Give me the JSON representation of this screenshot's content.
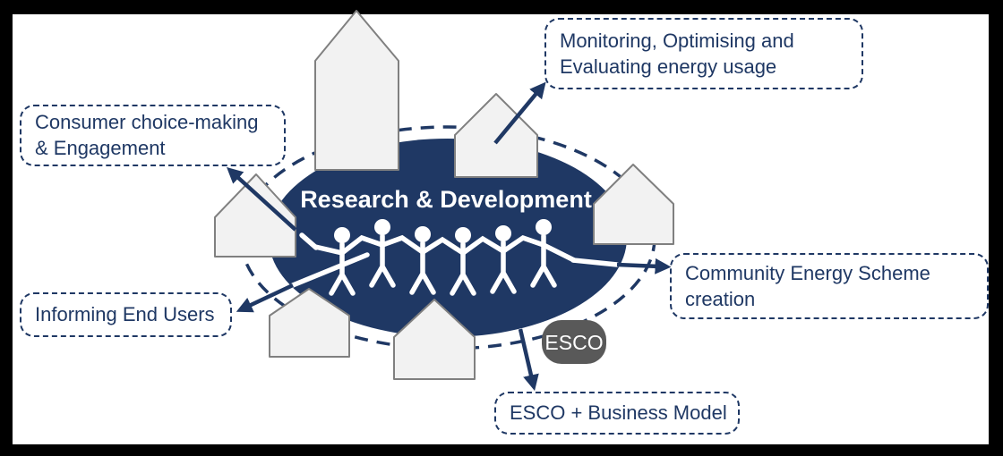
{
  "colors": {
    "navy": "#1f3864",
    "ellipse_fill": "#1f3864",
    "dashed_ring": "#1f3864",
    "house_fill": "#f2f2f2",
    "house_stroke": "#808080",
    "esco_badge_fill": "#595959",
    "figure_white": "#ffffff",
    "frame": "#000000",
    "background": "#ffffff"
  },
  "hub": {
    "title": "Research & Development",
    "esco_badge": "ESCO",
    "people_count": 6,
    "house_count": 6
  },
  "callouts": {
    "monitoring": {
      "lines": [
        "Monitoring, Optimising and",
        "Evaluating energy usage"
      ]
    },
    "consumer": {
      "lines": [
        "Consumer choice-making",
        "& Engagement"
      ]
    },
    "informing": {
      "lines": [
        "Informing End Users"
      ]
    },
    "community": {
      "lines": [
        "Community Energy Scheme",
        "creation"
      ]
    },
    "esco_model": {
      "lines": [
        "ESCO + Business Model"
      ]
    }
  }
}
